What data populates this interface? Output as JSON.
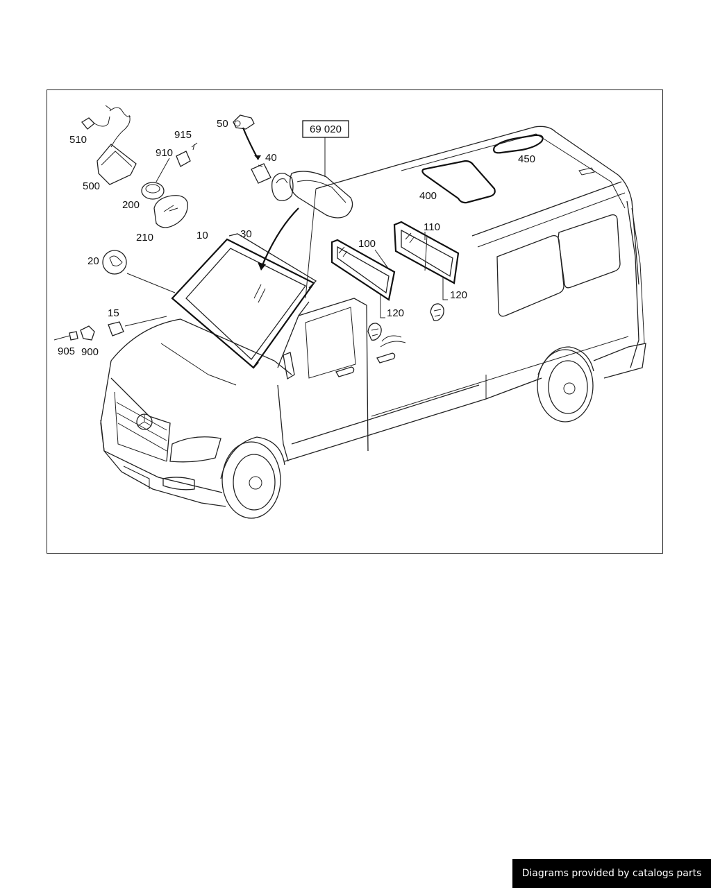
{
  "reference_box": "69 020",
  "callouts": [
    {
      "id": "510",
      "text": "510"
    },
    {
      "id": "500",
      "text": "500"
    },
    {
      "id": "915",
      "text": "915"
    },
    {
      "id": "910",
      "text": "910"
    },
    {
      "id": "200",
      "text": "200"
    },
    {
      "id": "210",
      "text": "210"
    },
    {
      "id": "50",
      "text": "50"
    },
    {
      "id": "40",
      "text": "40"
    },
    {
      "id": "10",
      "text": "10"
    },
    {
      "id": "30",
      "text": "30"
    },
    {
      "id": "20",
      "text": "20"
    },
    {
      "id": "15",
      "text": "15"
    },
    {
      "id": "905",
      "text": "905"
    },
    {
      "id": "900",
      "text": "900"
    },
    {
      "id": "100",
      "text": "100"
    },
    {
      "id": "110",
      "text": "110"
    },
    {
      "id": "120a",
      "text": "120"
    },
    {
      "id": "120b",
      "text": "120"
    },
    {
      "id": "400",
      "text": "400"
    },
    {
      "id": "450",
      "text": "450"
    }
  ],
  "credit": "Diagrams provided by catalogs parts"
}
